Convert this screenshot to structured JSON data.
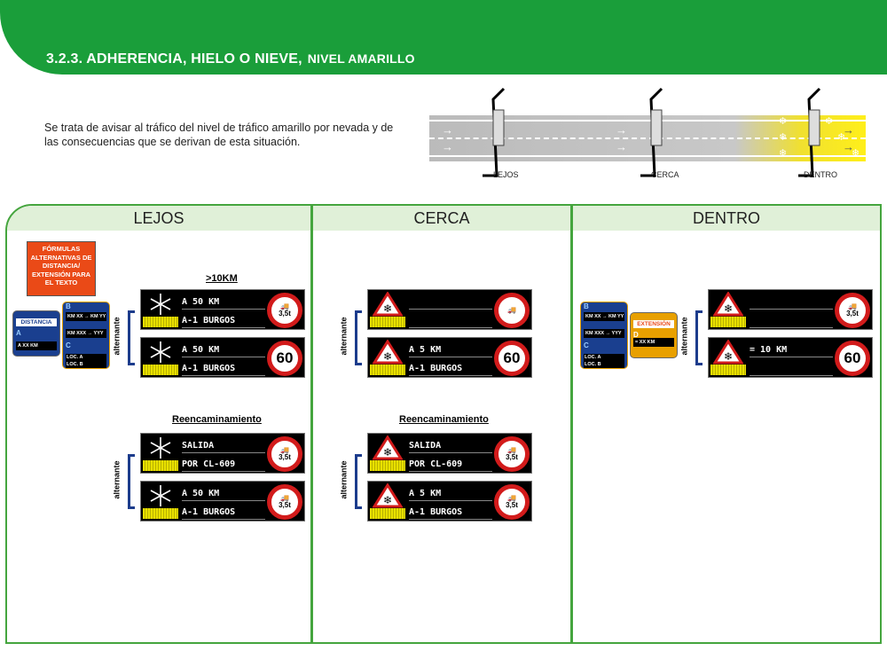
{
  "header": {
    "title": "3.2.3. ADHERENCIA, HIELO O NIEVE,",
    "subtitle": "NIVEL AMARILLO"
  },
  "intro": "Se trata de avisar al tráfico del nivel de tráfico amarillo por nevada y de las consecuencias que se derivan de esta situación.",
  "diagram": {
    "labels": [
      "LEJOS",
      "CERCA",
      "DENTRO"
    ]
  },
  "columns": {
    "lejos": "LEJOS",
    "cerca": "CERCA",
    "dentro": "DENTRO"
  },
  "lejos": {
    "formulas_box": "FÓRMULAS ALTERNATIVAS DE DISTANCIA/ EXTENSIÓN PARA EL TEXTO",
    "distancia": {
      "title": "DISTANCIA",
      "key": "A",
      "value": "A XX KM"
    },
    "options": {
      "key_b": "B",
      "b1": "KM XX → KM YY",
      "b2": "KM XXX → YYY",
      "key_c": "C",
      "c1": "LOC. A",
      "c2": "LOC. B"
    },
    "distance_label": ">10KM",
    "rerouting_label": "Reencaminamiento",
    "alternante": "alternante",
    "signs": [
      {
        "line1": "A 50 KM",
        "line2": "A-1 BURGOS",
        "sign": "3,5t"
      },
      {
        "line1": "A 50 KM",
        "line2": "A-1 BURGOS",
        "sign": "60"
      },
      {
        "line1": "SALIDA",
        "line2": "POR CL-609",
        "sign": "3,5t"
      },
      {
        "line1": "A 50 KM",
        "line2": "A-1 BURGOS",
        "sign": "3,5t"
      }
    ]
  },
  "cerca": {
    "rerouting_label": "Reencaminamiento",
    "alternante": "alternante",
    "signs": [
      {
        "line1": "",
        "line2": "",
        "sign": "truck"
      },
      {
        "line1": "A 5 KM",
        "line2": "A-1 BURGOS",
        "sign": "60"
      },
      {
        "line1": "SALIDA",
        "line2": "POR CL-609",
        "sign": "3,5t"
      },
      {
        "line1": "A 5 KM",
        "line2": "A-1 BURGOS",
        "sign": "3,5t"
      }
    ]
  },
  "dentro": {
    "options": {
      "key_b": "B",
      "b1": "KM XX → KM YY",
      "b2": "KM XXX → YYY",
      "key_c": "C",
      "c1": "LOC. A",
      "c2": "LOC. B"
    },
    "extension": {
      "title": "EXTENSIÓN",
      "key": "D",
      "value": "= XX KM"
    },
    "alternante": "alternante",
    "signs": [
      {
        "line1": "",
        "line2": "",
        "sign": "3,5t"
      },
      {
        "line1": "= 10 KM",
        "line2": "",
        "sign": "60"
      }
    ]
  },
  "colors": {
    "brand_green": "#1a9e3a",
    "panel_border": "#45a53e",
    "warning_red": "#d21b1b",
    "vms_yellow": "#d6d000"
  }
}
